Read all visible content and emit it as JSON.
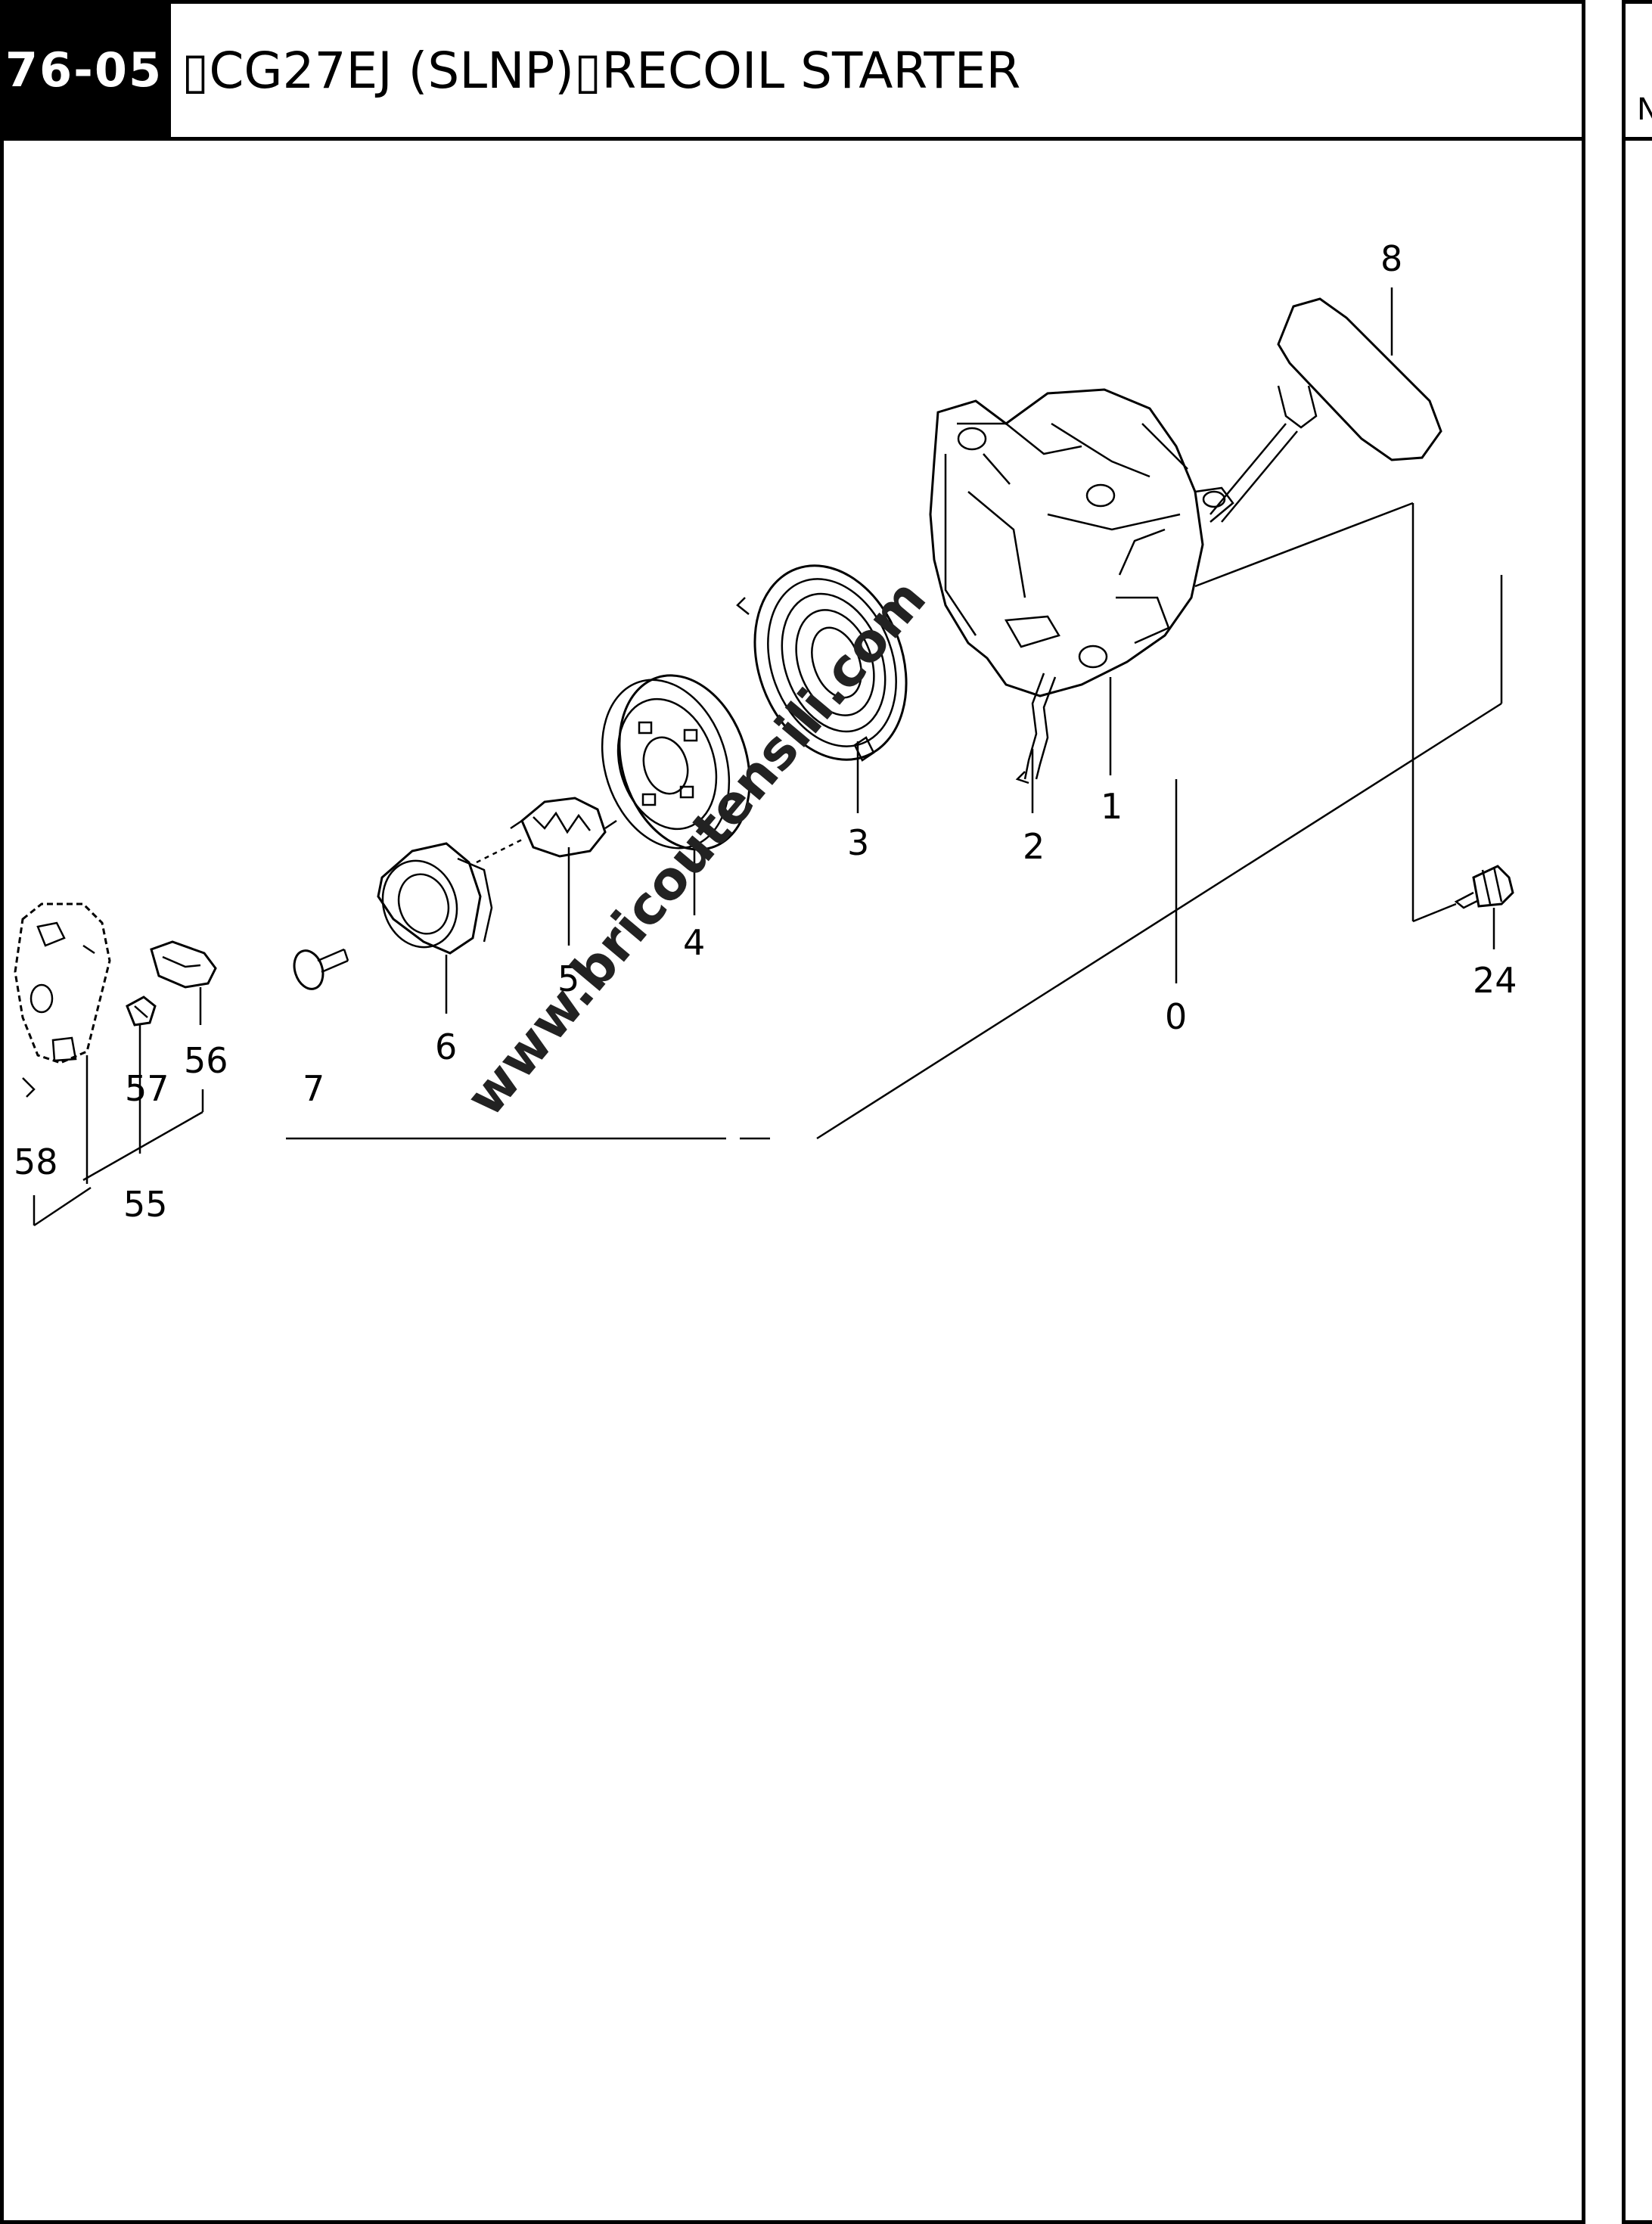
{
  "header": {
    "code": "76-05",
    "title": "▯CG27EJ (SLNP)▯RECOIL STARTER"
  },
  "right_panel": {
    "letter": "N"
  },
  "watermark": "www.bricoutensili.com",
  "callouts": {
    "c0": "0",
    "c1": "1",
    "c2": "2",
    "c3": "3",
    "c4": "4",
    "c5": "5",
    "c6": "6",
    "c7": "7",
    "c8": "8",
    "c24": "24",
    "c55": "55",
    "c56": "56",
    "c57": "57",
    "c58": "58"
  }
}
